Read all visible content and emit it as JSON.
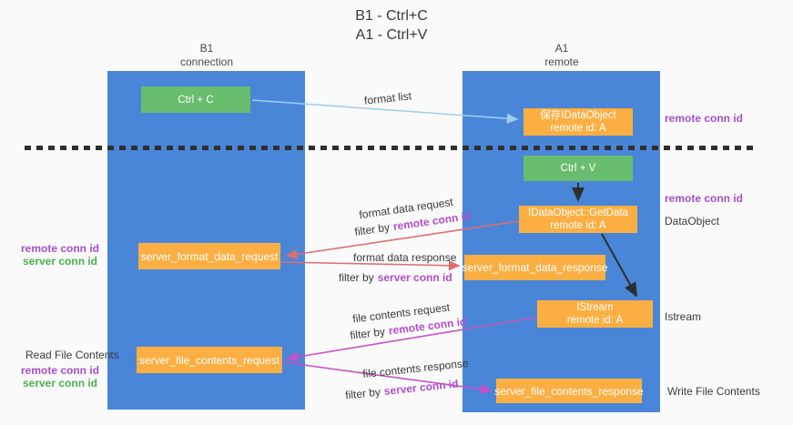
{
  "title": {
    "line1": "B1 - Ctrl+C",
    "line2": "A1 - Ctrl+V"
  },
  "columns": {
    "left": {
      "title": "B1",
      "subtitle": "connection"
    },
    "right": {
      "title": "A1",
      "subtitle": "remote"
    }
  },
  "nodes": {
    "ctrl_c": "Ctrl + C",
    "ctrl_v": "Ctrl + V",
    "save_idataobject": {
      "line1": "保存IDataObject",
      "line2": "remote id: A"
    },
    "getdata": {
      "line1": "IDataObject::GetData",
      "line2": "remote id: A"
    },
    "istream": {
      "line1": "IStream",
      "line2": "remote id: A"
    },
    "server_format_data_request": "server_format_data_request",
    "server_format_data_response": "server_format_data_response",
    "server_file_contents_request": "server_file_contents_request",
    "server_file_contents_response": "server_file_contents_response"
  },
  "arrow_labels": {
    "format_list": "format list",
    "format_data_request": "format data request",
    "format_data_response": "format data response",
    "file_contents_request": "file contents request",
    "file_contents_response": "file contents response",
    "filter_by": "filter by",
    "remote_conn_id": "remote conn id",
    "server_conn_id": "server conn id"
  },
  "side_labels": {
    "remote_conn_id": "remote conn id",
    "server_conn_id": "server conn id",
    "data_object": "DataObject",
    "istream": "Istream",
    "read_file_contents": "Read File Contents",
    "write_file_contents": "Write File Contents"
  },
  "colors": {
    "column_blue": "#4a86d8",
    "node_green": "#69bd6f",
    "node_orange": "#fbaf42",
    "purple_text": "#a64fc8",
    "green_text": "#4caf50",
    "magenta_text": "#b14ecc",
    "arrow_light_blue": "#9ecdee",
    "arrow_red": "#e06e6e",
    "arrow_magenta": "#c653c6",
    "arrow_black": "#2e2e2e",
    "background": "#fafafa"
  }
}
